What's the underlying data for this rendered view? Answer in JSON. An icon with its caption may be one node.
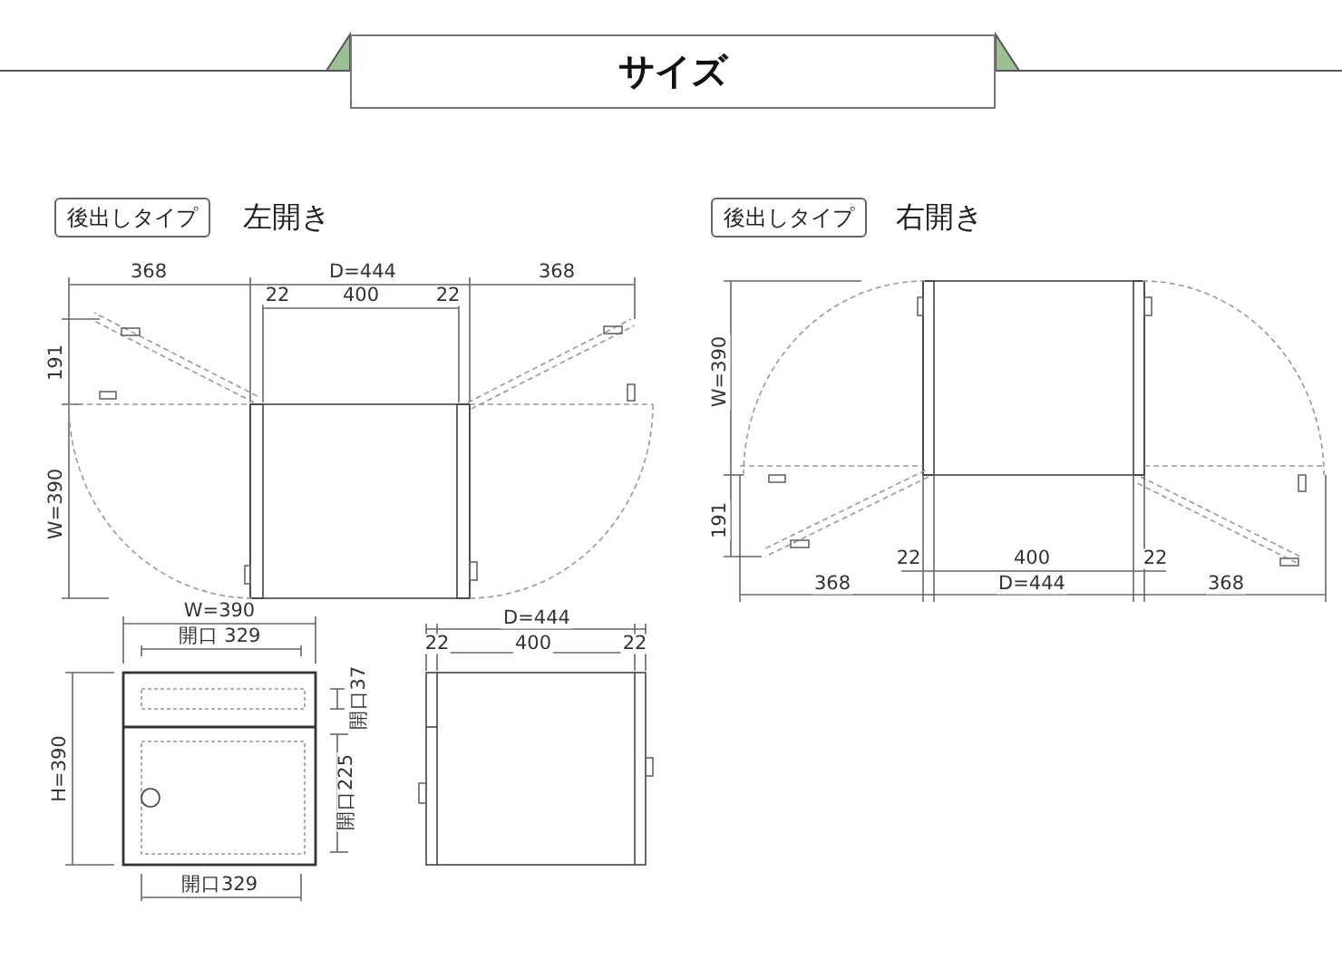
{
  "diagram": {
    "title": "サイズ",
    "nodes": [
      {
        "text": [
          "後出しタイプ"
        ],
        "beside": [
          "左開き"
        ]
      },
      {
        "text": [
          "後出しタイプ"
        ],
        "beside": [
          "右開き"
        ]
      }
    ],
    "labels": [
      "368",
      "D=444",
      "368",
      "22",
      "400",
      "22",
      "191",
      "W=390",
      "W=390",
      "191",
      "22",
      "400",
      "22",
      "368",
      "D=444",
      "368",
      "W=390",
      "開口 329",
      "開口37",
      "H=390",
      "開口225",
      "開口329",
      "D=444",
      "22",
      "400",
      "22"
    ]
  }
}
